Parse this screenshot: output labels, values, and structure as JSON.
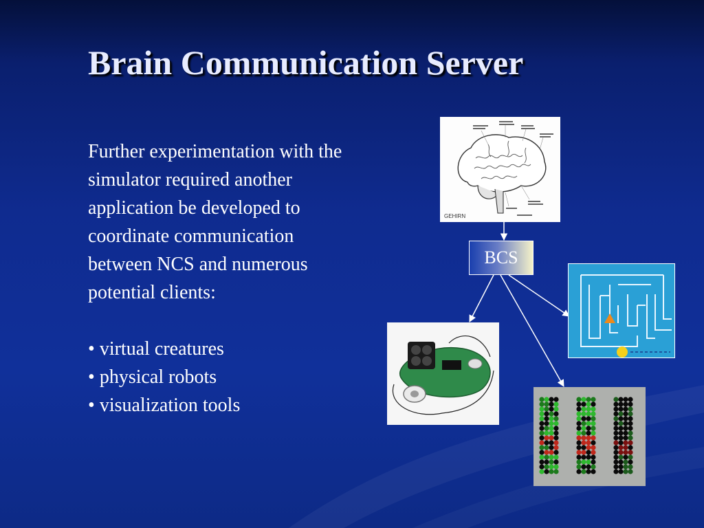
{
  "slide": {
    "title": "Brain Communication Server",
    "paragraph_lines": [
      "Further experimentation with the",
      "simulator required another",
      "application be developed to",
      "coordinate communication",
      "between NCS and numerous",
      "potential clients:"
    ],
    "bullets": [
      "virtual creatures",
      "physical robots",
      "visualization tools"
    ]
  },
  "diagram": {
    "center_label": "BCS",
    "brain_caption": "GEHIRN"
  },
  "colors": {
    "background": "#0f2b8f",
    "title": "#e8ecff",
    "text": "#ffffff",
    "maze": "#2aa0d6",
    "viz_background": "#aeb0ad"
  }
}
